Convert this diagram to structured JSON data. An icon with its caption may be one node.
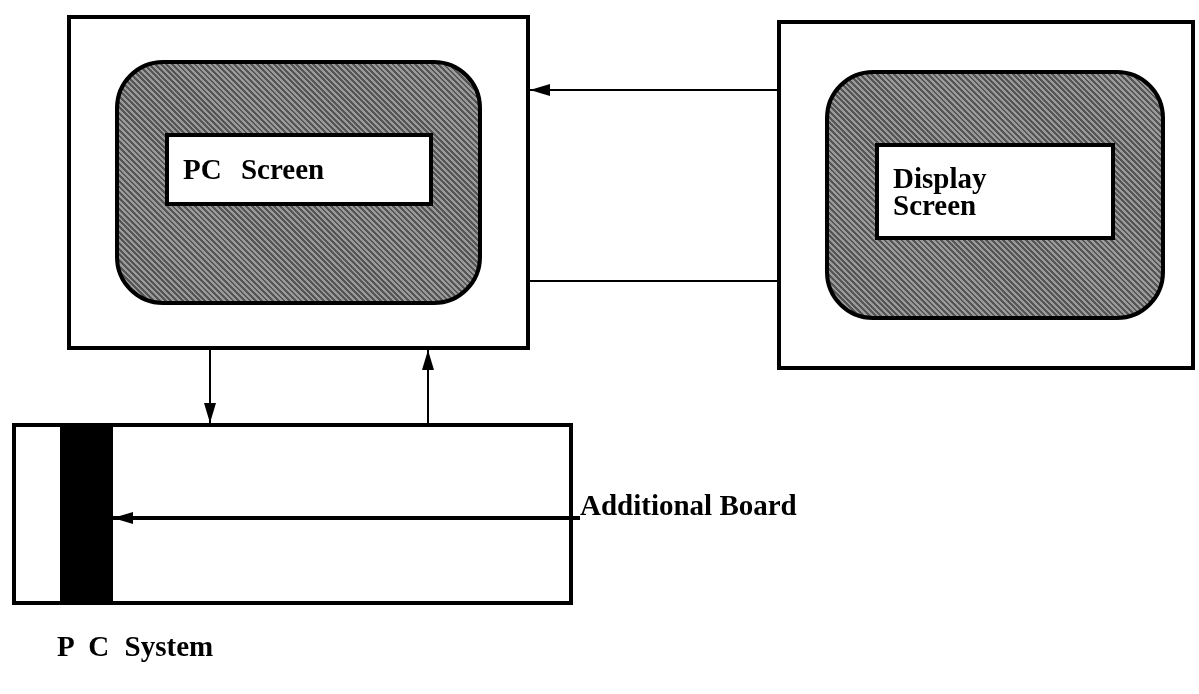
{
  "diagram": {
    "nodes": [
      {
        "text": [],
        "shape": "box"
      },
      {
        "text": [],
        "shape": "box",
        "in": 0
      },
      {
        "text": [
          "PC Screen"
        ],
        "in": 1
      },
      {
        "text": [],
        "shape": "box"
      },
      {
        "text": [],
        "shape": "box",
        "in": 3
      },
      {
        "text": [
          "Display Screen"
        ],
        "in": 4
      },
      {
        "text": [],
        "shape": "box",
        "beside": [
          "P C System"
        ]
      },
      {
        "text": [],
        "shape": "bar",
        "in": 6
      },
      {
        "text": [
          "Additional Board"
        ]
      }
    ],
    "edges": [
      {
        "from": 3,
        "to": 0,
        "arrow": "to"
      },
      {
        "from": 0,
        "to": 3,
        "arrow": "none"
      },
      {
        "from": 0,
        "to": 6,
        "arrow": "to"
      },
      {
        "from": 6,
        "to": 0,
        "arrow": "to"
      },
      {
        "from": 8,
        "to": 7,
        "arrow": "to",
        "style": "thick"
      }
    ]
  }
}
